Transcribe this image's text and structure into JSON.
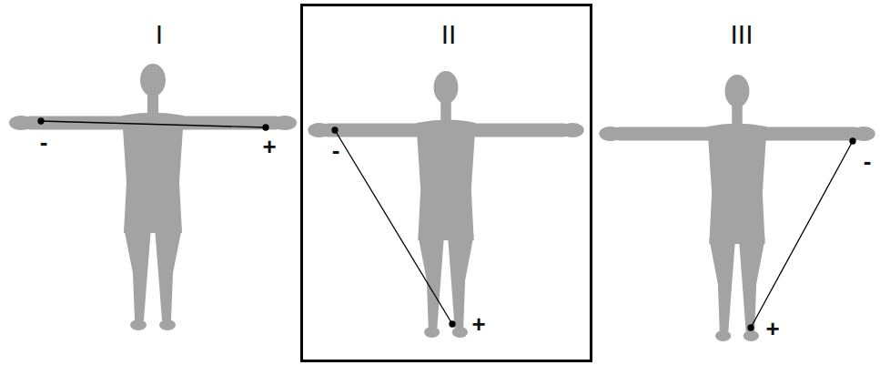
{
  "diagram": {
    "nodes": [
      {
        "text": [
          "II",
          "-",
          "+"
        ]
      }
    ],
    "labels": [
      "I",
      "-",
      "+",
      "III",
      "-",
      "+"
    ]
  }
}
